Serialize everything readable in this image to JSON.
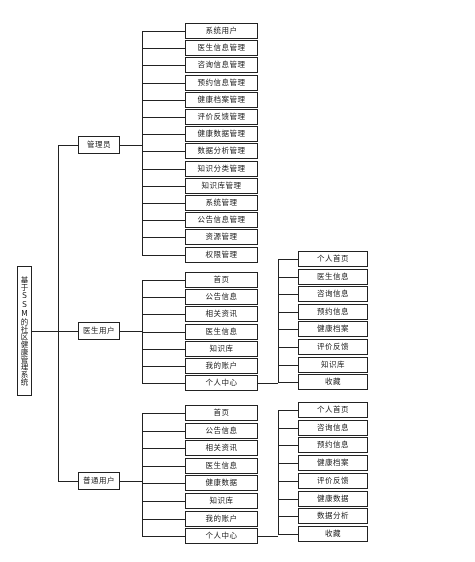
{
  "root": "基于SSM的社区健康管理系统",
  "roles": {
    "admin": {
      "label": "管理员",
      "items": [
        "系统用户",
        "医生信息管理",
        "咨询信息管理",
        "预约信息管理",
        "健康档案管理",
        "评价反馈管理",
        "健康数据管理",
        "数据分析管理",
        "知识分类管理",
        "知识库管理",
        "系统管理",
        "公告信息管理",
        "资源管理",
        "权限管理"
      ]
    },
    "doctor": {
      "label": "医生用户",
      "items": [
        "首页",
        "公告信息",
        "相关资讯",
        "医生信息",
        "知识库",
        "我的账户",
        "个人中心"
      ],
      "personal_center": [
        "个人首页",
        "医生信息",
        "咨询信息",
        "预约信息",
        "健康档案",
        "评价反馈",
        "知识库",
        "收藏"
      ]
    },
    "user": {
      "label": "普通用户",
      "items": [
        "首页",
        "公告信息",
        "相关资讯",
        "医生信息",
        "健康数据",
        "知识库",
        "我的账户",
        "个人中心"
      ],
      "personal_center": [
        "个人首页",
        "咨询信息",
        "预约信息",
        "健康档案",
        "评价反馈",
        "健康数据",
        "数据分析",
        "收藏"
      ]
    }
  }
}
